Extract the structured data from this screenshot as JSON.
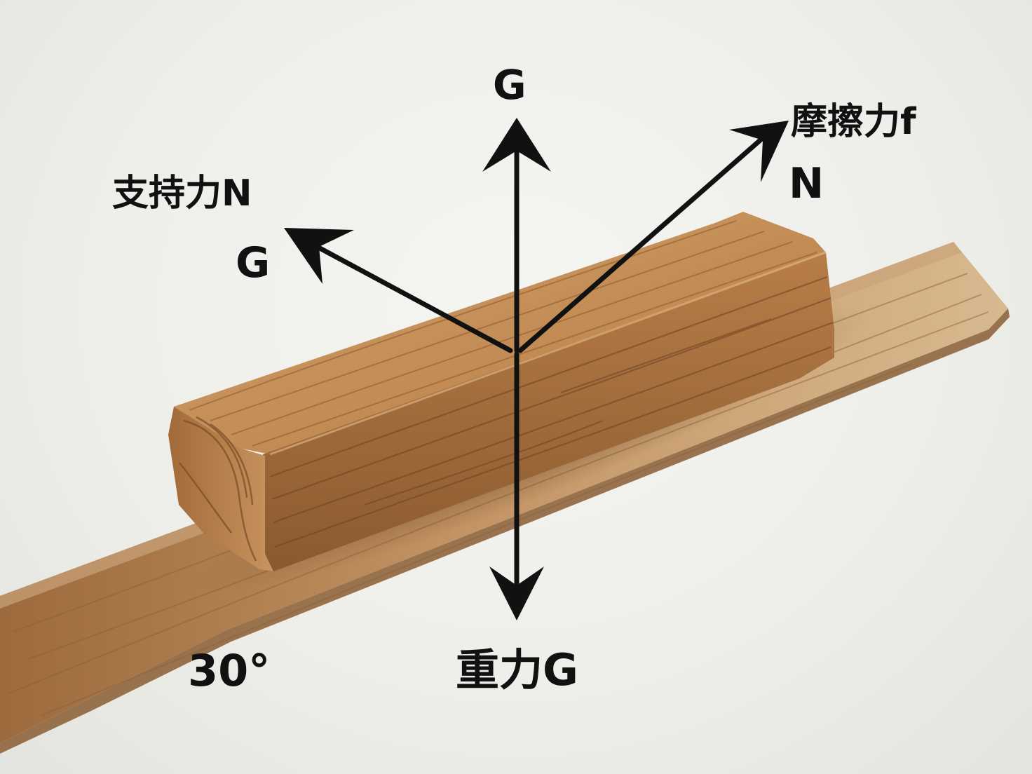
{
  "diagram": {
    "labels": {
      "upward_force": "G",
      "support_force": "支持力N",
      "support_force_sub": "G",
      "friction_force": "摩擦力f",
      "friction_force_sub": "N",
      "gravity_force": "重力G",
      "incline_angle": "30°"
    },
    "colors": {
      "arrow": "#111111",
      "wood_light": "#c99a63",
      "wood_mid": "#a8713f",
      "wood_dark": "#7a4a25",
      "plank": "#b88a57",
      "background": "#eeeeeb"
    }
  }
}
